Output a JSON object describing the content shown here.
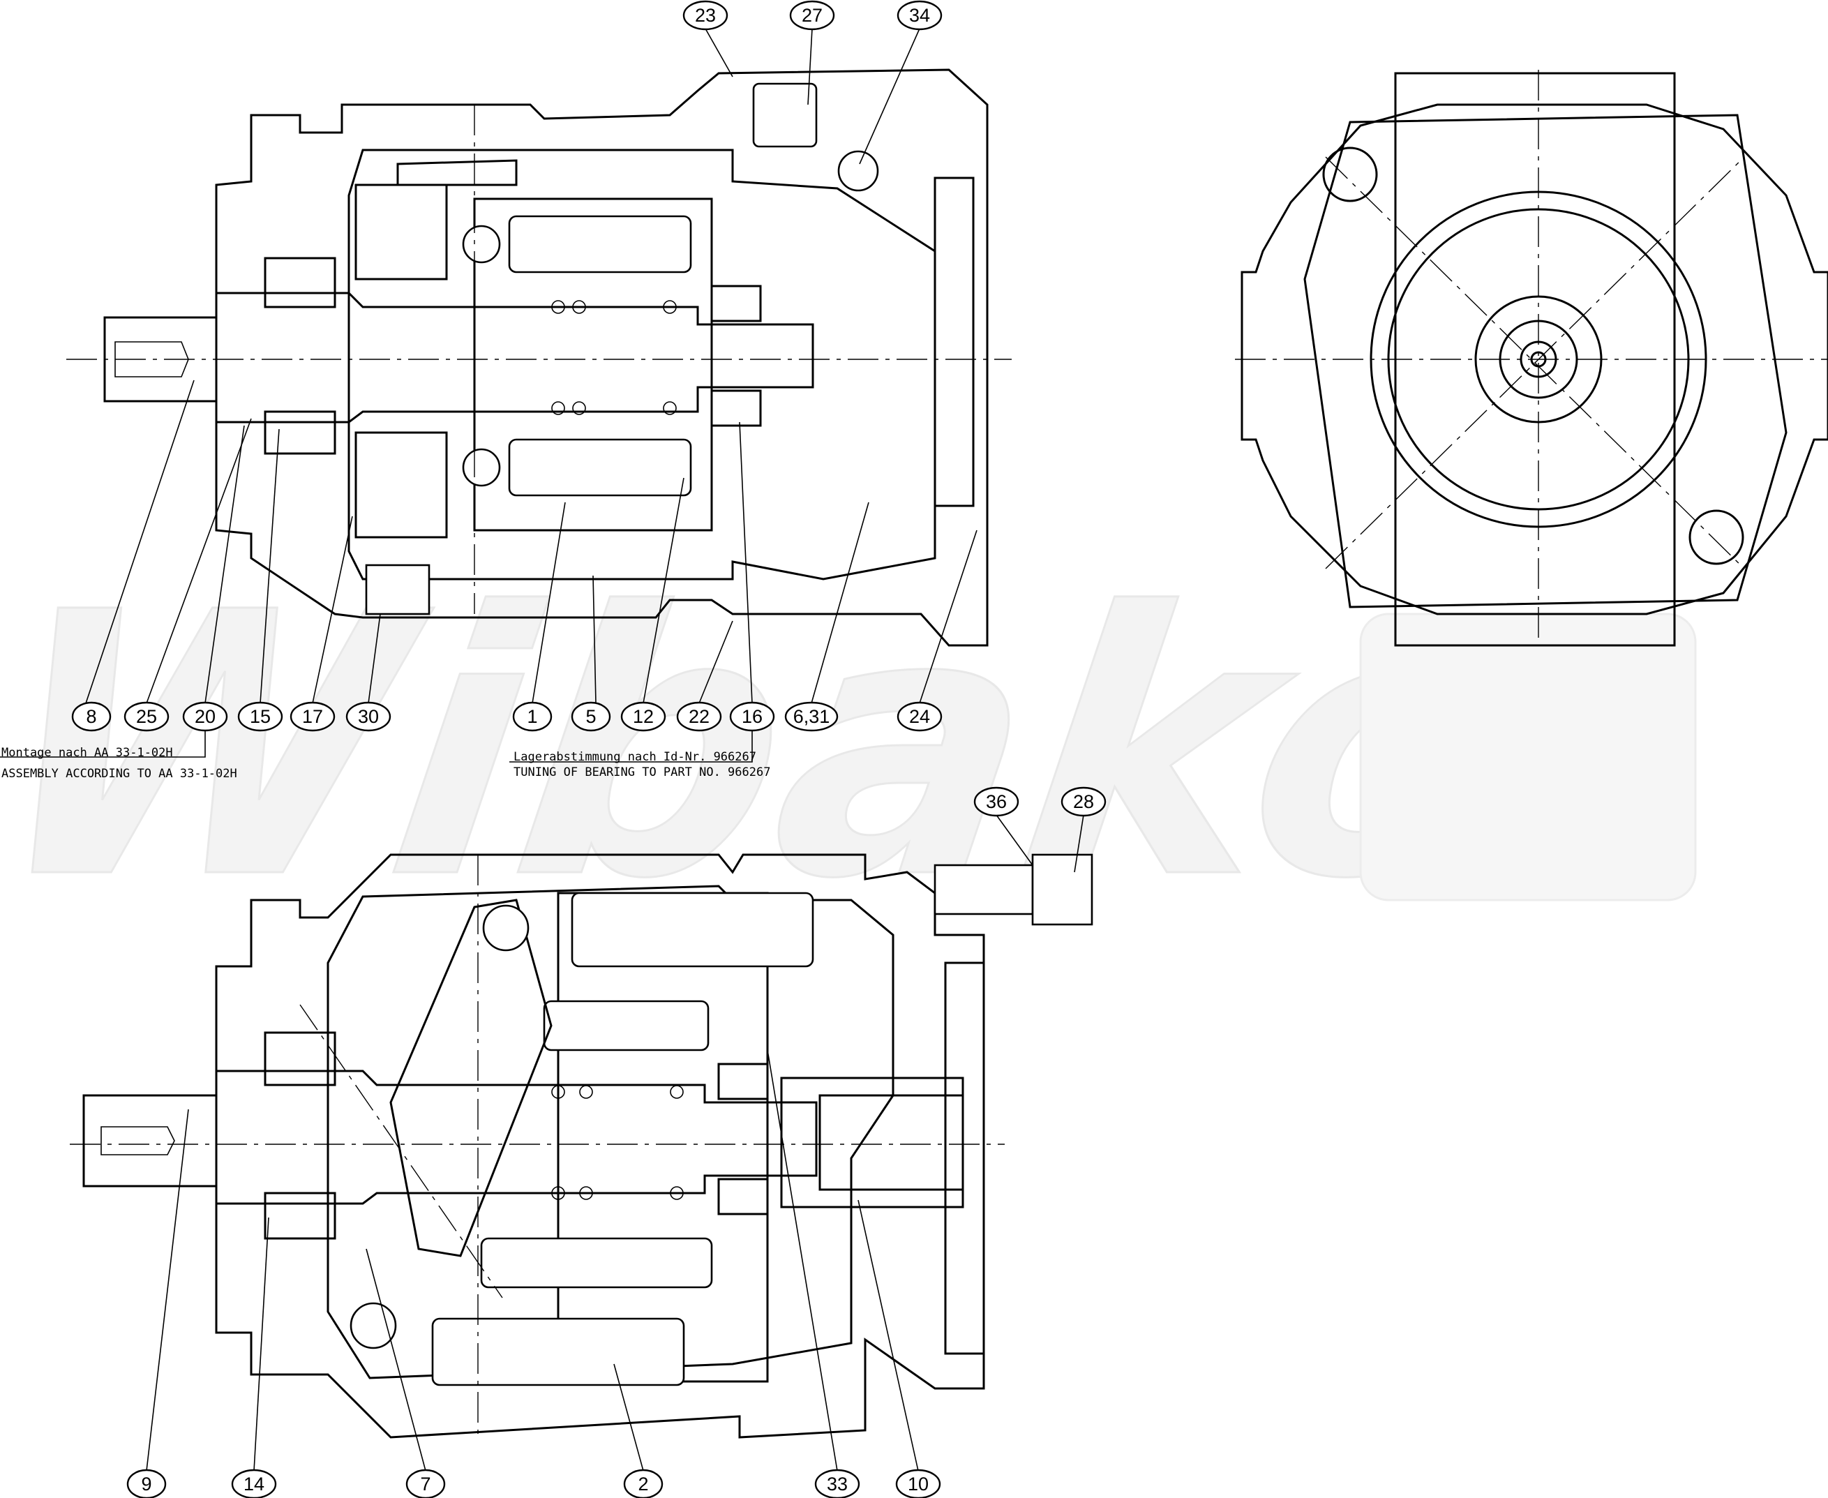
{
  "watermark": {
    "text": "Wibako"
  },
  "notes": {
    "assembly_de": "Montage nach AA 33-1-02H",
    "assembly_en": "ASSEMBLY ACCORDING TO AA 33-1-02H",
    "bearing_de": "Lagerabstimmung nach Id-Nr. 966267",
    "bearing_en": "TUNING OF BEARING TO PART NO. 966267"
  },
  "balloons": {
    "b23": "23",
    "b27": "27",
    "b34": "34",
    "b8": "8",
    "b25": "25",
    "b20": "20",
    "b15": "15",
    "b17": "17",
    "b30": "30",
    "b1": "1",
    "b5": "5",
    "b12": "12",
    "b22": "22",
    "b16": "16",
    "b631": "6,31",
    "b24": "24",
    "b36": "36",
    "b28": "28",
    "b9": "9",
    "b14": "14",
    "b7": "7",
    "b2": "2",
    "b33": "33",
    "b10": "10"
  },
  "colors": {
    "line": "#000000",
    "watermark": "#eeeeee",
    "background": "#ffffff"
  }
}
